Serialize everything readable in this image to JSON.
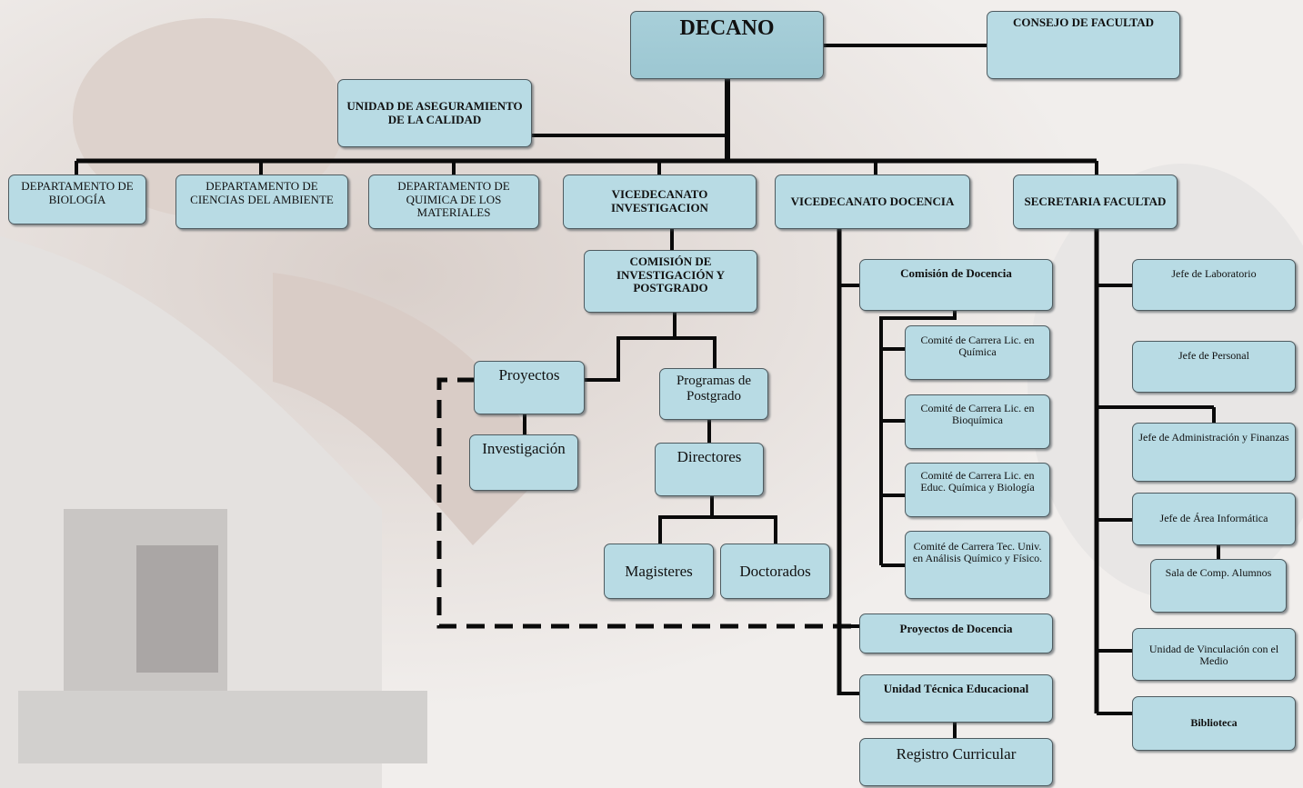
{
  "org_chart": {
    "dean": "DECANO",
    "faculty_council": "CONSEJO DE FACULTAD",
    "quality_unit": "UNIDAD DE ASEGURAMIENTO DE LA CALIDAD",
    "departments": [
      "DEPARTAMENTO DE BIOLOGÍA",
      "DEPARTAMENTO DE CIENCIAS DEL  AMBIENTE",
      "DEPARTAMENTO DE QUIMICA DE LOS MATERIALES"
    ],
    "research": {
      "title": "VICEDECANATO INVESTIGACION",
      "commission": "COMISIÓN DE INVESTIGACIÓN Y POSTGRADO",
      "projects": "Proyectos",
      "investigation": "Investigación",
      "postgrad_programs": "Programas de Postgrado",
      "directors": "Directores",
      "masters": "Magisteres",
      "doctorates": "Doctorados"
    },
    "teaching": {
      "title": "VICEDECANATO DOCENCIA",
      "commission": "Comisión  de Docencia",
      "committees": [
        "Comité de Carrera Lic. en Química",
        "Comité de Carrera Lic. en Bioquímica",
        "Comité  de Carrera Lic. en Educ. Química y Biología",
        "Comité de Carrera Tec. Univ. en Análisis Químico  y Físico."
      ],
      "projects": "Proyectos de Docencia",
      "technical_unit": "Unidad Técnica Educacional",
      "curricular_registry": "Registro Curricular"
    },
    "secretary": {
      "title": "SECRETARIA FACULTAD",
      "lab_head": "Jefe de Laboratorio",
      "personnel_head": "Jefe de Personal",
      "admin_head": "Jefe de Administración y Finanzas",
      "it_head": "Jefe de Área Informática",
      "computer_room": "Sala de Comp. Alumnos",
      "outreach_unit": "Unidad de Vinculación con el Medio",
      "library": "Biblioteca"
    }
  },
  "colors": {
    "box_fill": "#b8dbe4",
    "box_border": "#4e5b60",
    "connector": "#0a0a0a"
  }
}
